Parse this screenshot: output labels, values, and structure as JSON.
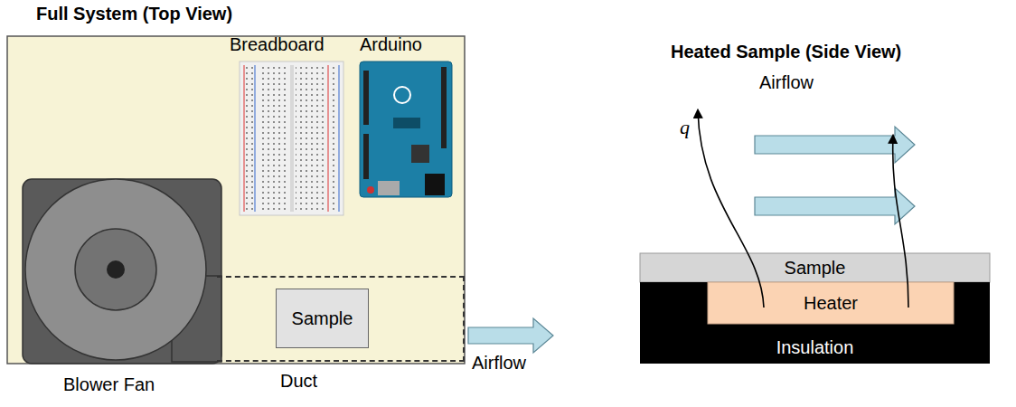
{
  "diagram": {
    "nodes": [
      {
        "text": [
          "Blower Fan"
        ]
      },
      {
        "text": [
          "Duct"
        ]
      },
      {
        "text": [
          "Sample"
        ],
        "in": 1
      },
      {
        "text": [
          "Sample"
        ]
      },
      {
        "text": [
          "Insulation"
        ]
      },
      {
        "text": [
          "Heater"
        ],
        "in": 4
      }
    ],
    "labels": [
      "Full System (Top View)",
      "Heated Sample (Side View)",
      "Breadboard",
      "Arduino",
      "Airflow",
      "Airflow",
      "q"
    ]
  }
}
